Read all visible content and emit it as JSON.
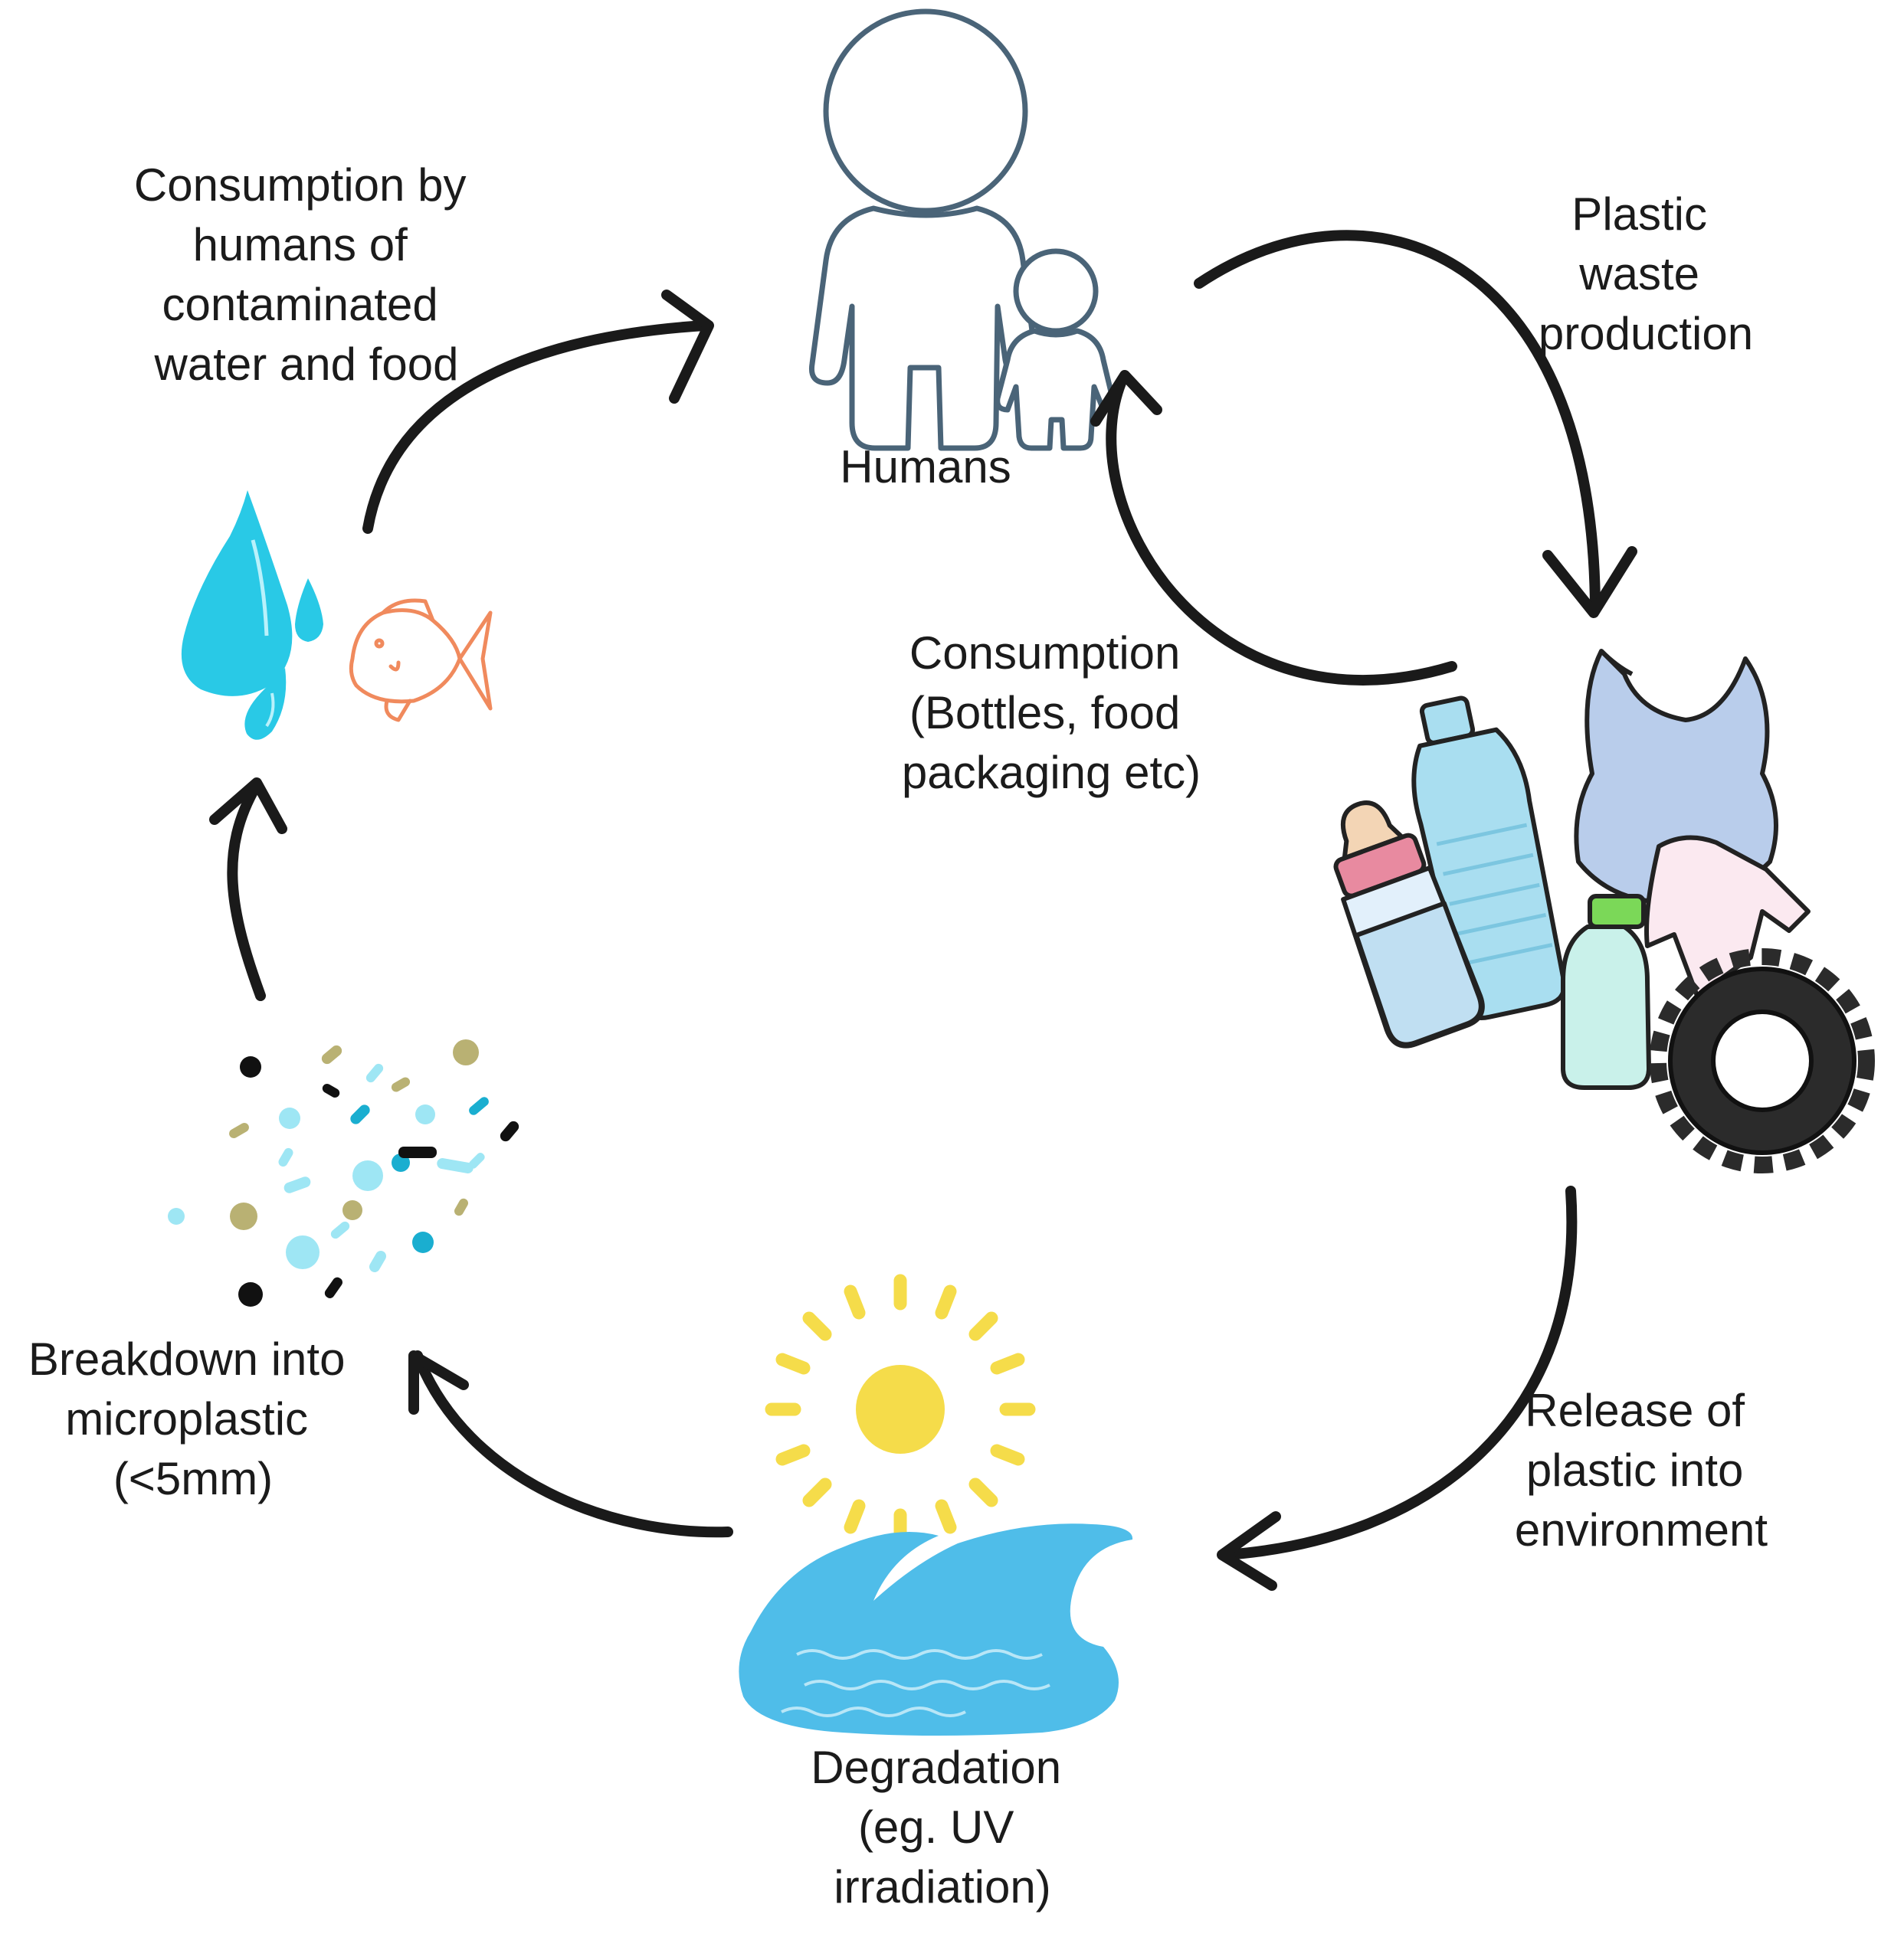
{
  "labels": {
    "humans": "Humans",
    "plastic_waste_production": [
      "Plastic",
      "waste",
      "production"
    ],
    "consumption_products": [
      "Consumption",
      "(Bottles, food",
      "packaging etc)"
    ],
    "release_into_environment": [
      "Release of",
      "plastic into",
      "environment"
    ],
    "degradation": [
      "Degradation",
      "(eg. UV",
      "irradiation)"
    ],
    "breakdown_microplastic": [
      "Breakdown into",
      "microplastic",
      "(<5mm)"
    ],
    "consumption_by_humans": [
      "Consumption by",
      "humans of",
      "contaminated",
      "water and food"
    ]
  },
  "colors": {
    "arrow": "#1a1a1a",
    "text": "#1b1b1b",
    "person_outline": "#4a6478",
    "water_drop": "#29c9e6",
    "fish": "#f08a5d",
    "sun": "#f5dc4a",
    "wave": "#4fbde9",
    "bag": "#b9cdeb",
    "bottle": "#a9def0",
    "tire": "#2b2b2b",
    "micro_olive": "#b9b173",
    "micro_cyan": "#9ee6f4",
    "micro_teal": "#1aaed0",
    "micro_black": "#111111"
  },
  "icons": [
    "humans-icon",
    "plastic-waste-icon",
    "sun-icon",
    "wave-icon",
    "microplastic-icon",
    "water-drop-icon",
    "fish-icon"
  ]
}
